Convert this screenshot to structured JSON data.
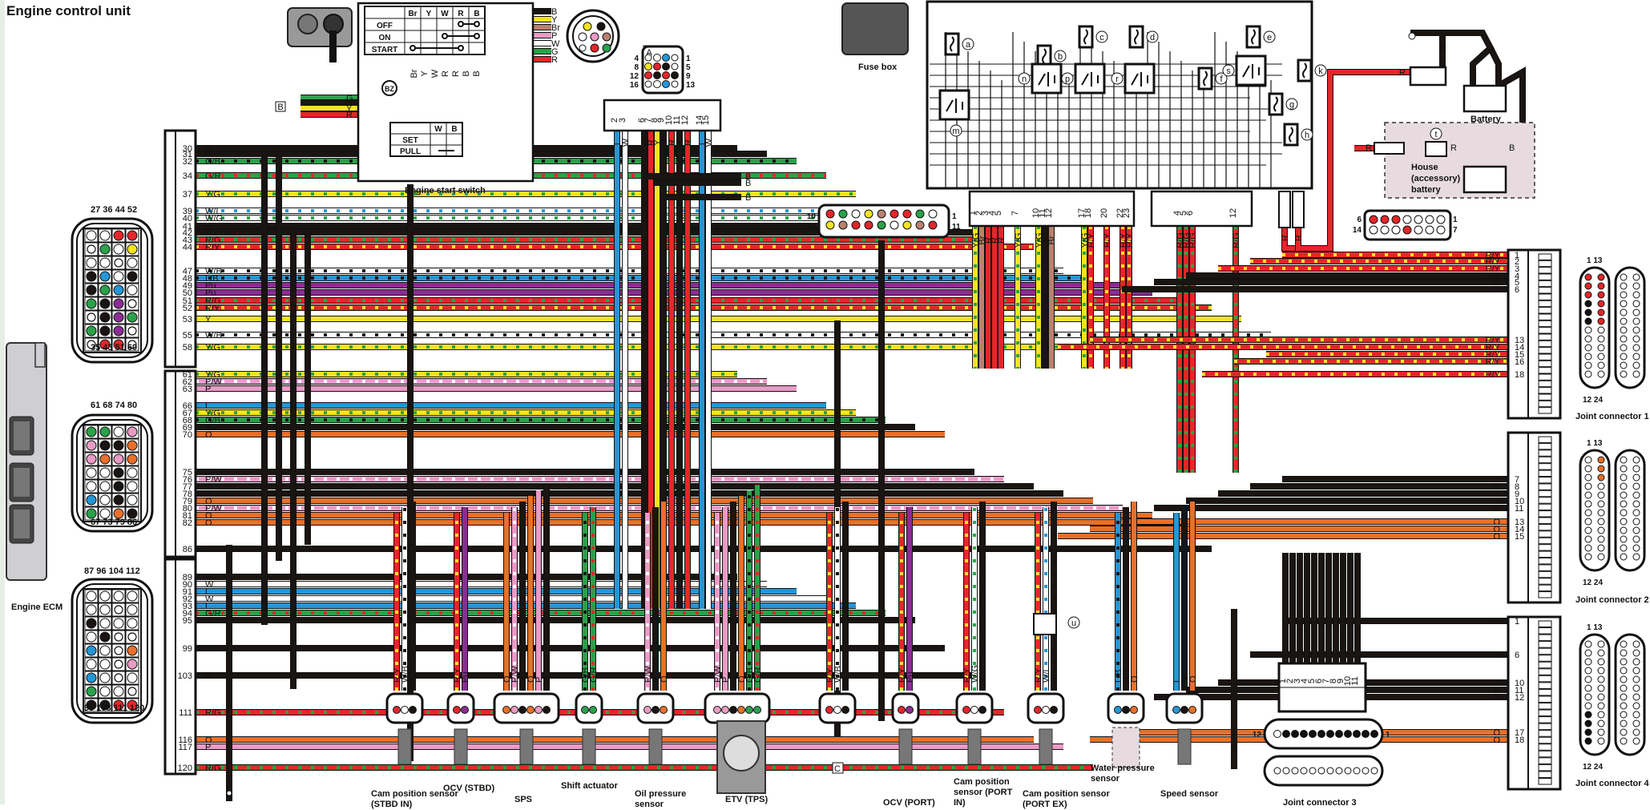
{
  "title": "Engine control unit",
  "colors": {
    "B": "#1a1512",
    "Y": "#f4e424",
    "Br": "#b98270",
    "W": "#ffffff",
    "R": "#e52629",
    "G": "#2aa24a",
    "P": "#e99bc6",
    "L": "#2596d6",
    "O": "#e8702a",
    "Pu": "#8c2c95",
    "housebg": "#e7dbe0"
  },
  "ecm": {
    "label": "Engine ECM",
    "connector1": {
      "top": "27 36 44 52",
      "bottom": "35 43 51 60"
    },
    "connector2": {
      "top": "61 68 74 80",
      "bottom": "67 73 79 86"
    },
    "connector3": {
      "top": "87 96 104 112",
      "bottom": "95 103 111 120"
    },
    "pins1": [
      {
        "pin": "30",
        "wire": "B"
      },
      {
        "pin": "31",
        "wire": "B"
      },
      {
        "pin": "32",
        "wire": "G/B"
      },
      {
        "pin": "34",
        "wire": "G/R"
      },
      {
        "pin": "37",
        "wire": "Y/G"
      },
      {
        "pin": "39",
        "wire": "W/L"
      },
      {
        "pin": "40",
        "wire": "W/G"
      },
      {
        "pin": "41",
        "wire": "B"
      },
      {
        "pin": "42",
        "wire": "B"
      },
      {
        "pin": "43",
        "wire": "R/G"
      },
      {
        "pin": "44",
        "wire": "R/Y"
      },
      {
        "pin": "47",
        "wire": "W/B"
      },
      {
        "pin": "48",
        "wire": "L/B"
      },
      {
        "pin": "49",
        "wire": "Pu"
      },
      {
        "pin": "50",
        "wire": "Pu"
      },
      {
        "pin": "51",
        "wire": "R/G"
      },
      {
        "pin": "52",
        "wire": "R/Y"
      },
      {
        "pin": "53",
        "wire": "Y"
      },
      {
        "pin": "55",
        "wire": "W/B"
      },
      {
        "pin": "58",
        "wire": "Y/G"
      }
    ],
    "pins2": [
      {
        "pin": "61",
        "wire": "Y/G"
      },
      {
        "pin": "62",
        "wire": "P/W"
      },
      {
        "pin": "63",
        "wire": "P"
      },
      {
        "pin": "66",
        "wire": "L"
      },
      {
        "pin": "67",
        "wire": "Y/G"
      },
      {
        "pin": "68",
        "wire": "G/B"
      },
      {
        "pin": "69",
        "wire": "B"
      },
      {
        "pin": "70",
        "wire": "O"
      },
      {
        "pin": "75",
        "wire": "B"
      },
      {
        "pin": "76",
        "wire": "P/W"
      },
      {
        "pin": "77",
        "wire": "B"
      },
      {
        "pin": "78",
        "wire": "B"
      },
      {
        "pin": "79",
        "wire": "O"
      },
      {
        "pin": "80",
        "wire": "P/W"
      },
      {
        "pin": "81",
        "wire": "O"
      },
      {
        "pin": "82",
        "wire": "O"
      },
      {
        "pin": "86",
        "wire": "B"
      }
    ],
    "pins3": [
      {
        "pin": "89",
        "wire": "B"
      },
      {
        "pin": "90",
        "wire": "W"
      },
      {
        "pin": "91",
        "wire": "L"
      },
      {
        "pin": "92",
        "wire": "W"
      },
      {
        "pin": "93",
        "wire": "L"
      },
      {
        "pin": "94",
        "wire": "G/R"
      },
      {
        "pin": "95",
        "wire": "B"
      },
      {
        "pin": "99",
        "wire": "B"
      },
      {
        "pin": "103",
        "wire": "B"
      },
      {
        "pin": "111",
        "wire": "R/G"
      },
      {
        "pin": "116",
        "wire": "O"
      },
      {
        "pin": "117",
        "wire": "P"
      },
      {
        "pin": "120",
        "wire": "R/G"
      }
    ]
  },
  "start_switch": {
    "label": "Engine start switch",
    "table_headers": [
      "Br",
      "Y",
      "W",
      "R",
      "B"
    ],
    "rows": [
      "OFF",
      "ON",
      "START"
    ],
    "pull_headers": [
      "W",
      "B"
    ],
    "pull_rows": [
      "SET",
      "PULL"
    ],
    "buzzer": "BZ",
    "callout": "B",
    "wires_out": [
      "B",
      "Y",
      "Br",
      "P",
      "W",
      "G",
      "R"
    ],
    "wires_down": [
      "Br",
      "Y",
      "W",
      "R",
      "R",
      "B",
      "B"
    ],
    "left_wires": [
      "G",
      "B",
      "Y",
      "R"
    ],
    "pull_wires": [
      "B",
      "W"
    ]
  },
  "connector_a": {
    "callout": "A",
    "pin_nums_left": [
      "4",
      "8",
      "12",
      "16"
    ],
    "pin_nums_right": [
      "1",
      "5",
      "9",
      "13"
    ],
    "header_pins": [
      "2",
      "3",
      "6",
      "7",
      "8",
      "9",
      "10",
      "11",
      "12",
      "14",
      "15"
    ],
    "wires": [
      "L",
      "W",
      "B",
      "R",
      "Y",
      "B",
      "R",
      "B",
      "R",
      "L",
      "W"
    ],
    "ground_wires": [
      "B",
      "B",
      "B"
    ]
  },
  "fuse_box": {
    "label": "Fuse box",
    "fuses": [
      "a",
      "b",
      "c",
      "d",
      "e",
      "f",
      "g",
      "h",
      "k"
    ],
    "relays": [
      "m",
      "n",
      "p",
      "r",
      "s"
    ],
    "circuit_breaker": "t",
    "diode": "u",
    "conn1_pins": [
      "1",
      "2",
      "3",
      "4",
      "5",
      "7",
      "10",
      "11",
      "12",
      "17",
      "18",
      "20",
      "22",
      "23"
    ],
    "conn1_wires": [
      "Y/G",
      "Br",
      "R",
      "R",
      "R",
      "Y/G",
      "Y/G",
      "B",
      "Br",
      "Y/G",
      "R/Y",
      "R/Y",
      "R/Y",
      "R/Y"
    ],
    "conn2_pins": [
      "4",
      "5",
      "6",
      "12"
    ],
    "conn2_wires": [
      "R/G",
      "R/G",
      "R/G",
      "R/G"
    ],
    "power_wires": [
      "R",
      "R"
    ],
    "dash_conn": {
      "left_top": "10",
      "left_bottom": "23",
      "right_top": "1",
      "right_bottom": "11"
    }
  },
  "battery": {
    "label": "Battery",
    "house_label_lines": [
      "House",
      "(accessory)",
      "battery"
    ],
    "wires": [
      "B",
      "B",
      "R",
      "R",
      "R",
      "B"
    ]
  },
  "small_conn": {
    "left_top": "6",
    "left_bottom": "14",
    "right_top": "1",
    "right_bottom": "7"
  },
  "joint_connectors": [
    {
      "label": "Joint connector 1",
      "pins": [
        {
          "pin": "1",
          "wire": "R/Y"
        },
        {
          "pin": "2",
          "wire": "R/Y"
        },
        {
          "pin": "3",
          "wire": "R/Y"
        },
        {
          "pin": "4",
          "wire": "B"
        },
        {
          "pin": "5",
          "wire": "B"
        },
        {
          "pin": "6",
          "wire": "B"
        },
        {
          "pin": "13",
          "wire": "R/Y"
        },
        {
          "pin": "14",
          "wire": "R/Y"
        },
        {
          "pin": "15",
          "wire": "R/Y"
        },
        {
          "pin": "16",
          "wire": "R/Y"
        },
        {
          "pin": "18",
          "wire": "R/Y"
        }
      ],
      "top": "1 13",
      "bottom": "12 24"
    },
    {
      "label": "Joint connector 2",
      "pins": [
        {
          "pin": "7",
          "wire": "B"
        },
        {
          "pin": "8",
          "wire": "B"
        },
        {
          "pin": "9",
          "wire": "B"
        },
        {
          "pin": "10",
          "wire": "B"
        },
        {
          "pin": "11",
          "wire": "B"
        },
        {
          "pin": "13",
          "wire": "O"
        },
        {
          "pin": "14",
          "wire": "O"
        },
        {
          "pin": "15",
          "wire": "O"
        }
      ],
      "top": "1 13",
      "bottom": "12 24"
    },
    {
      "label": "Joint connector 4",
      "pins": [
        {
          "pin": "1",
          "wire": "B"
        },
        {
          "pin": "6",
          "wire": "B"
        },
        {
          "pin": "10",
          "wire": "B"
        },
        {
          "pin": "11",
          "wire": "B"
        },
        {
          "pin": "12",
          "wire": "B"
        },
        {
          "pin": "17",
          "wire": "O"
        },
        {
          "pin": "18",
          "wire": "O"
        }
      ],
      "top": "1 13",
      "bottom": "12 24"
    }
  ],
  "joint_connector_3": {
    "label": "Joint connector 3",
    "pins": [
      "1",
      "2",
      "3",
      "4",
      "5",
      "6",
      "7",
      "8",
      "9",
      "10",
      "11"
    ],
    "end_left": "12",
    "end_right": "1",
    "wires": [
      "B",
      "B",
      "B",
      "B",
      "B",
      "B",
      "B",
      "B",
      "B",
      "B",
      "B"
    ]
  },
  "components": [
    {
      "id": "cam-stbd-in",
      "label": "Cam position sensor (STBD IN)",
      "wires": [
        "R/Y",
        "W/B",
        "B"
      ]
    },
    {
      "id": "ocv-stbd",
      "label": "OCV (STBD)",
      "wires": [
        "R/Y",
        "Pu"
      ]
    },
    {
      "id": "sps",
      "label": "SPS",
      "wires": [
        "O",
        "P/W",
        "B",
        "O",
        "P",
        "B"
      ]
    },
    {
      "id": "shift-actuator",
      "label": "Shift actuator",
      "wires": [
        "G/B",
        "G/R"
      ]
    },
    {
      "id": "oil-pressure",
      "label": "Oil pressure sensor",
      "wires": [
        "P/W",
        "B",
        "O"
      ]
    },
    {
      "id": "etv-tps",
      "label": "ETV (TPS)",
      "wires": [
        "P/W",
        "P",
        "B",
        "O",
        "G/B",
        "G/R"
      ]
    },
    {
      "id": "conn-c",
      "label": "C",
      "wires": [
        "R/Y",
        "W/B",
        "B"
      ]
    },
    {
      "id": "ocv-port",
      "label": "OCV (PORT)",
      "wires": [
        "R/Y",
        "Pu"
      ]
    },
    {
      "id": "cam-port-in",
      "label": "Cam position sensor (PORT IN)",
      "wires": [
        "R/Y",
        "W/G",
        "B"
      ]
    },
    {
      "id": "cam-port-ex",
      "label": "Cam position sensor (PORT EX)",
      "wires": [
        "R/Y",
        "W/L",
        "B"
      ]
    },
    {
      "id": "water-pressure",
      "label": "Water pressure sensor",
      "wires": [
        "L/B",
        "B",
        "O"
      ]
    },
    {
      "id": "speed-sensor",
      "label": "Speed sensor",
      "wires": [
        "L",
        "B",
        "O"
      ]
    }
  ]
}
